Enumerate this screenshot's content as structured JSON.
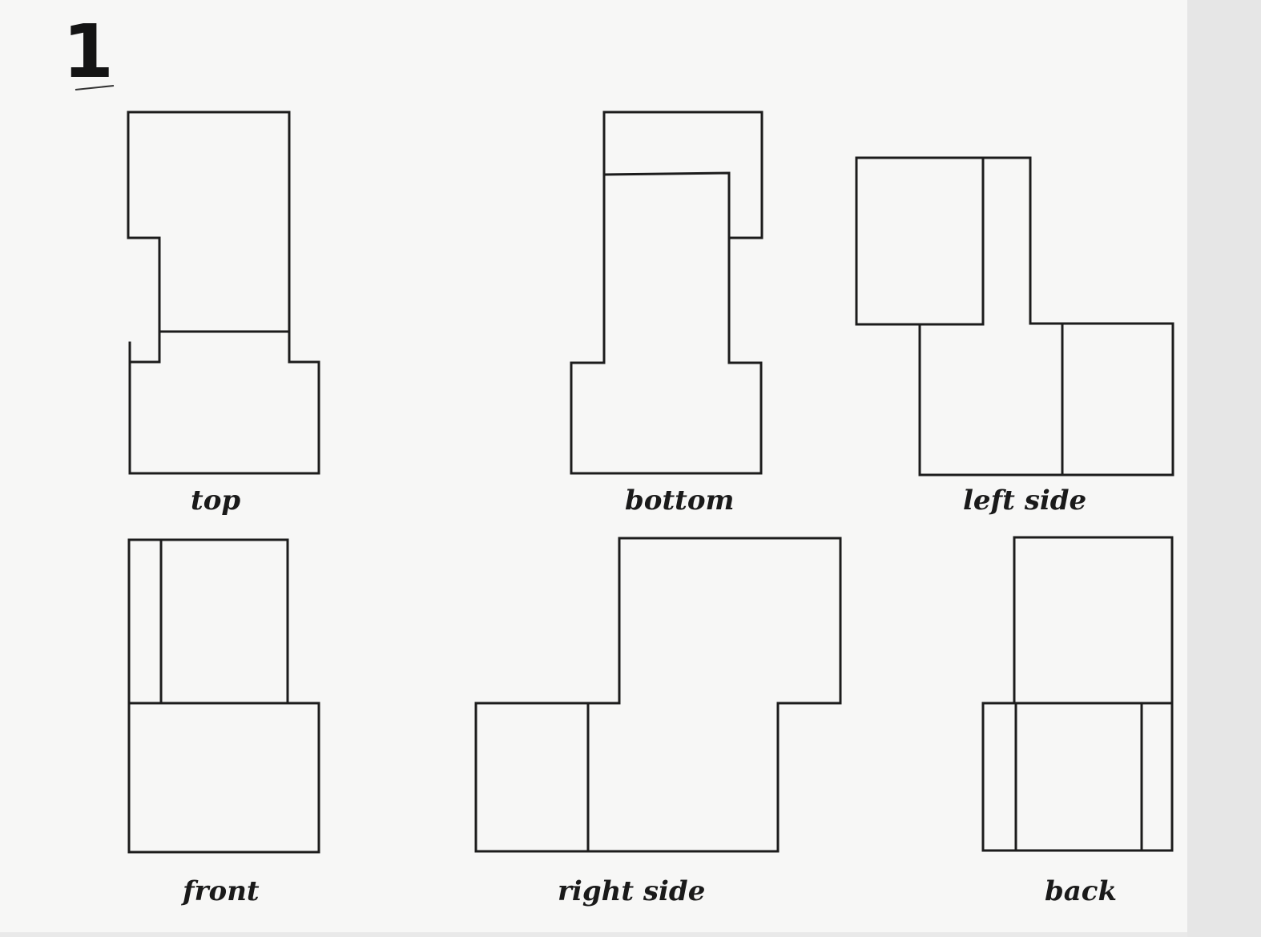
{
  "sheet": {
    "number": "1"
  },
  "views": {
    "top": "top",
    "bottom": "bottom",
    "left_side": "left side",
    "front": "front",
    "right_side": "right side",
    "back": "back"
  },
  "colors": {
    "paper": "#f7f7f6",
    "ink": "#1c1c1c"
  }
}
